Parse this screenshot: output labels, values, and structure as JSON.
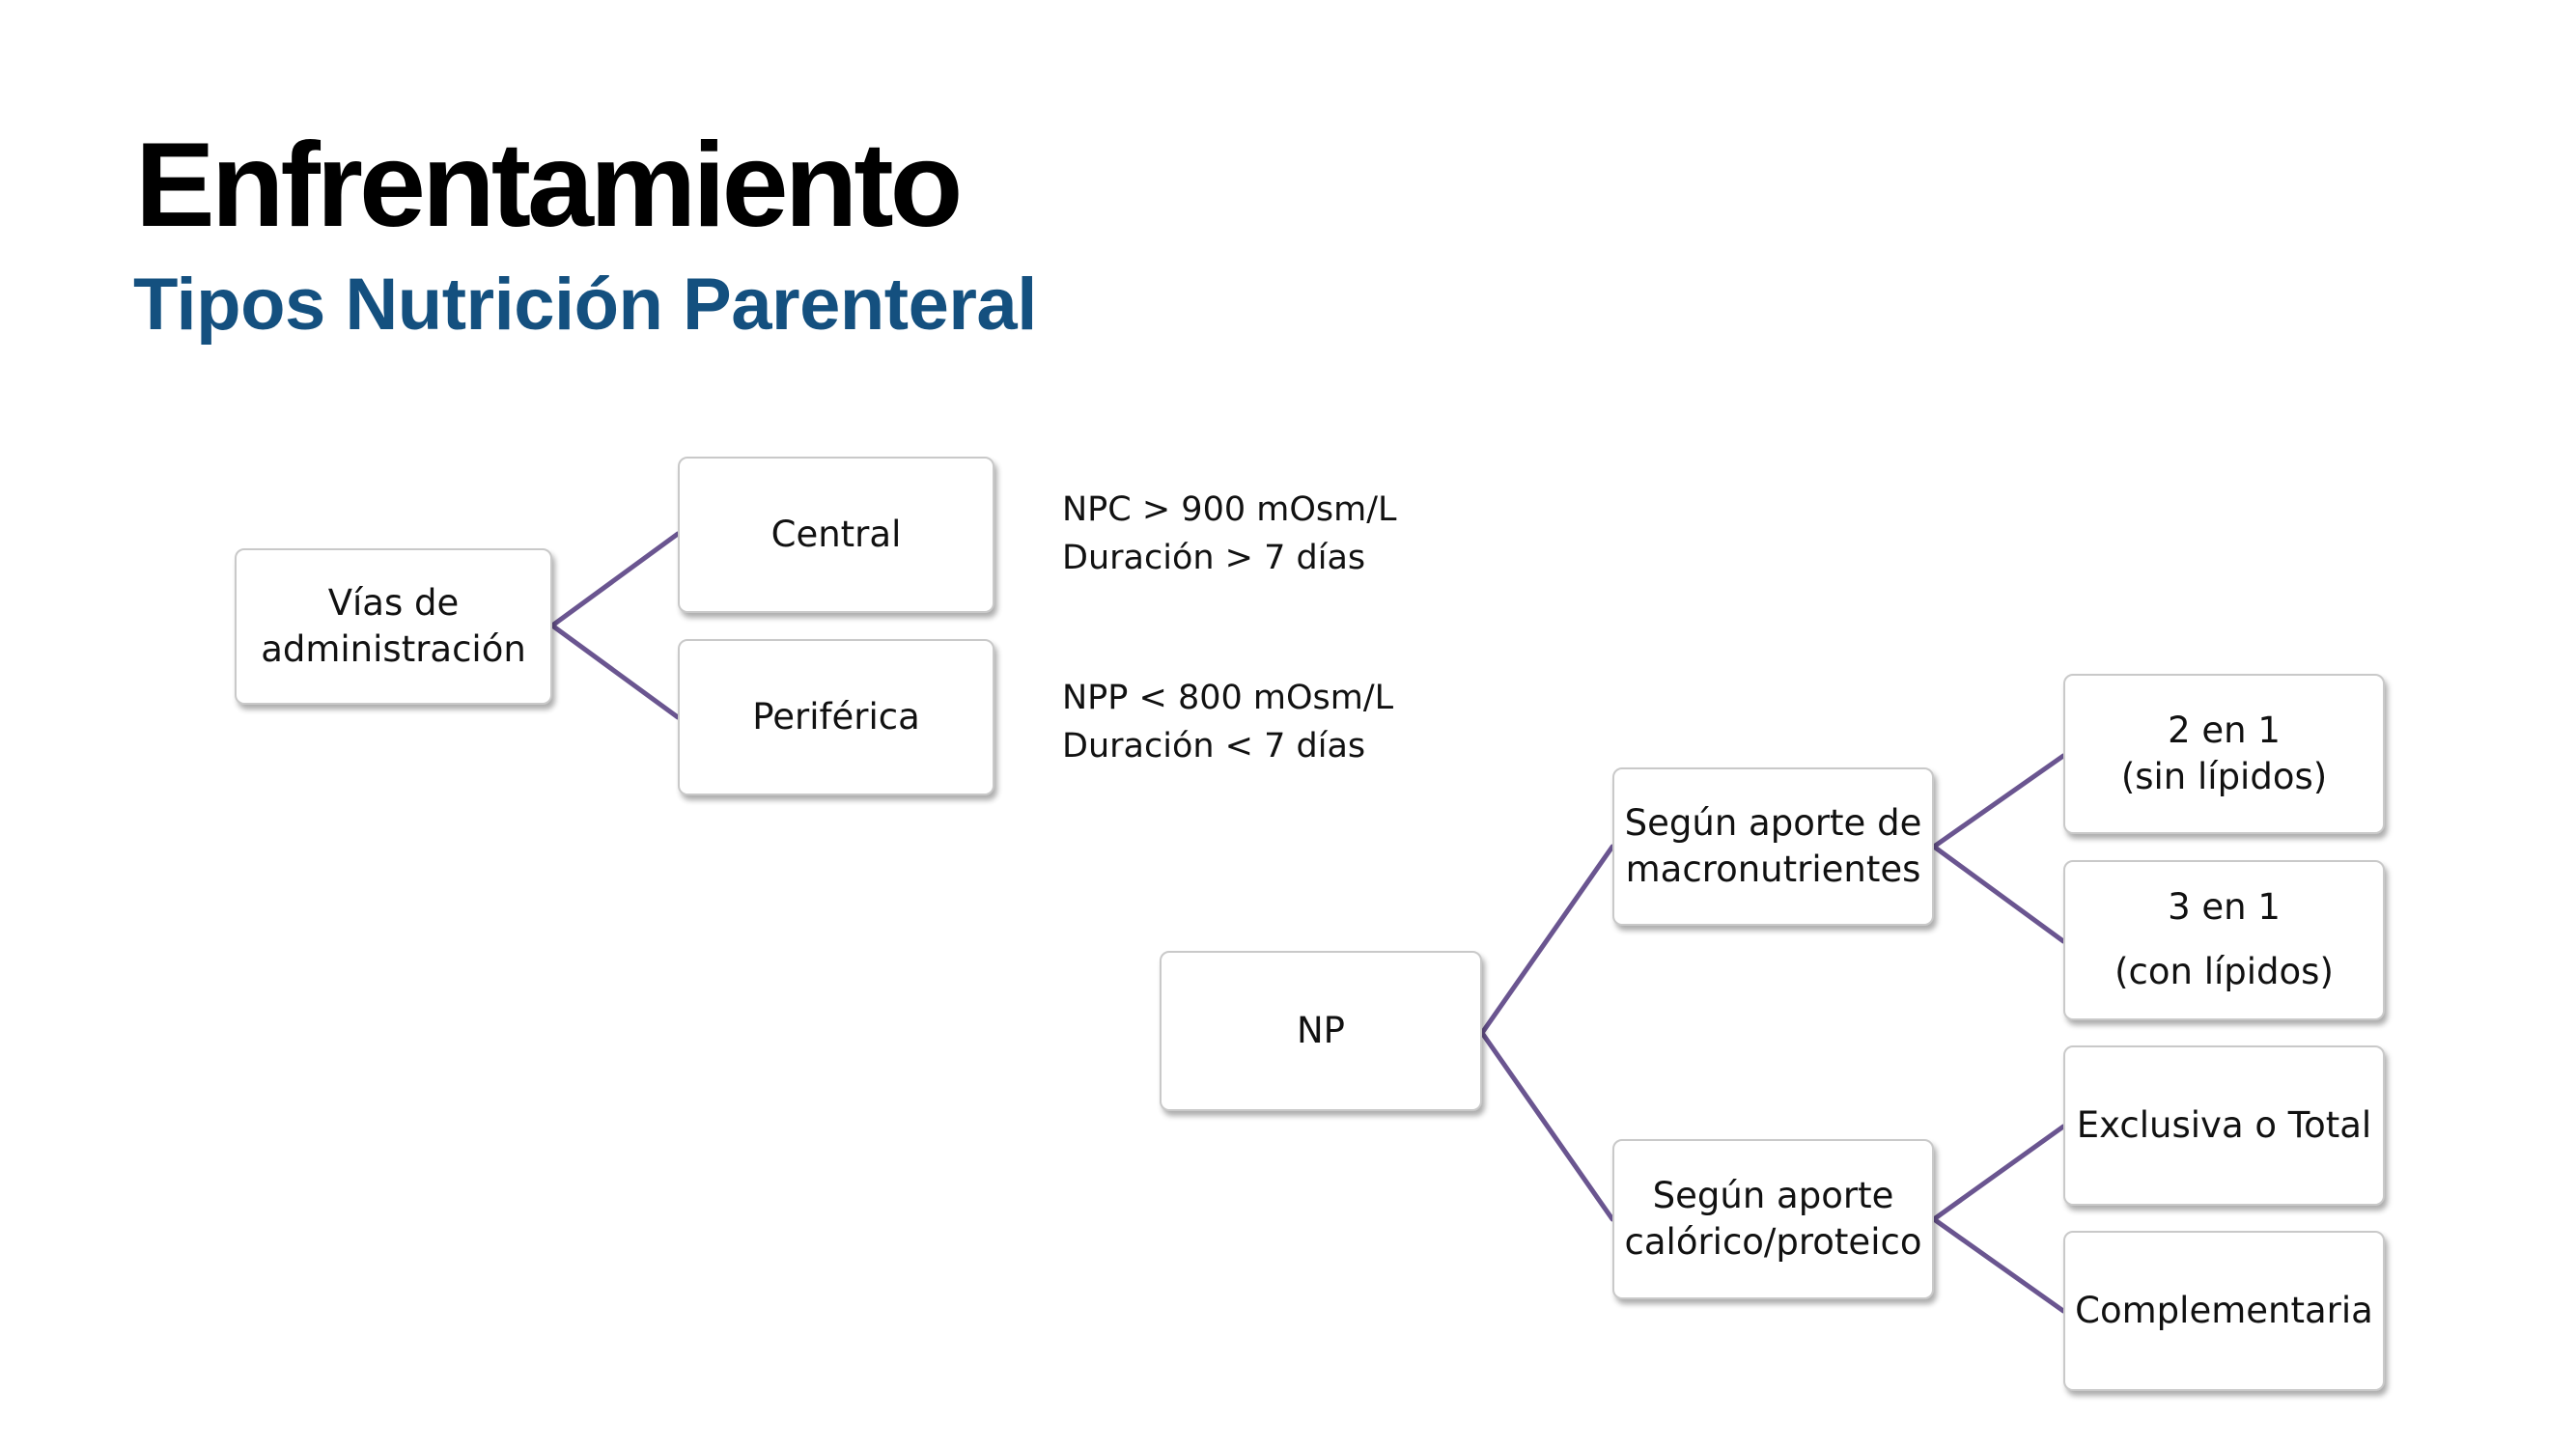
{
  "slide": {
    "title": "Enfrentamiento",
    "subtitle": "Tipos Nutrición Parenteral"
  },
  "colors": {
    "title": "#000000",
    "subtitle": "#14507f",
    "connector": "#6a5590"
  },
  "diagram_vias": {
    "root": "Vías de\nadministración",
    "central": "Central",
    "periferica": "Periférica",
    "central_notes": [
      "NPC > 900 mOsm/L",
      "Duración > 7 días"
    ],
    "periferica_notes": [
      "NPP < 800 mOsm/L",
      "Duración < 7 días"
    ]
  },
  "diagram_np": {
    "root": "NP",
    "macro": "Según aporte de\nmacronutrientes",
    "calorico": "Según aporte\ncalórico/proteico",
    "dos_en_uno": "2 en 1\n(sin lípidos)",
    "tres_en_uno": "3 en 1\n(con lípidos)",
    "exclusiva": "Exclusiva o Total",
    "complementaria": "Complementaria"
  }
}
